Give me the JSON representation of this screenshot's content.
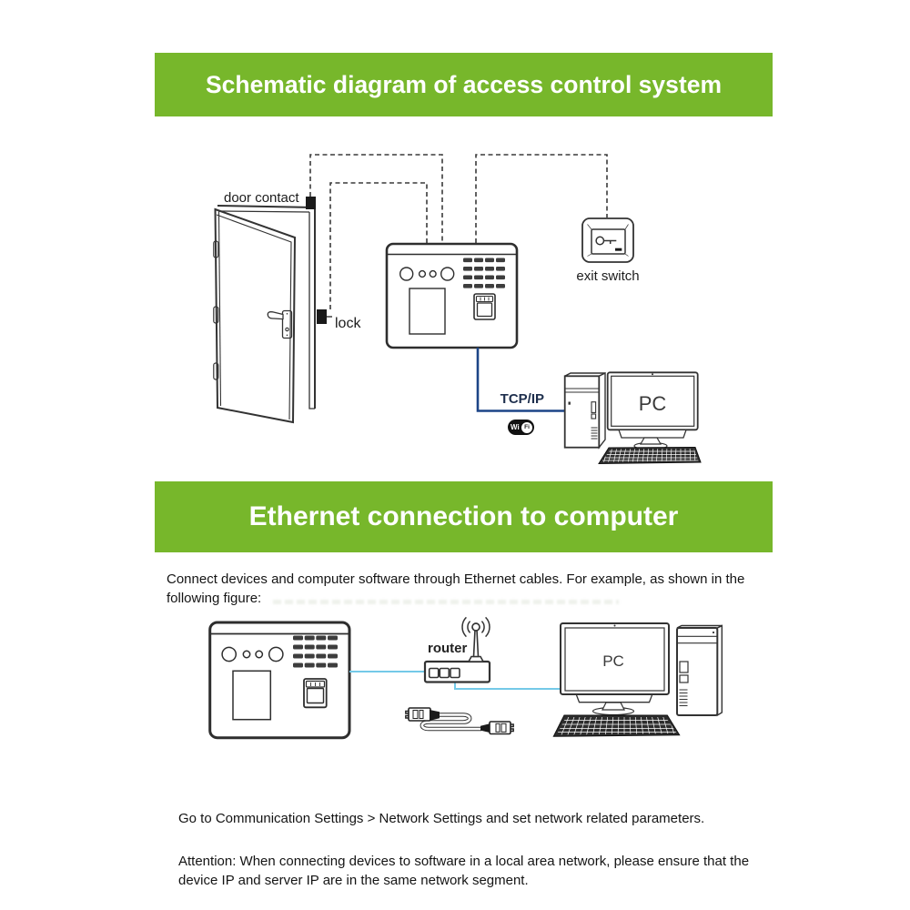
{
  "banner1": {
    "text": "Schematic diagram of access control system",
    "bg": "#77b72b"
  },
  "banner2": {
    "text": "Ethernet connection to computer",
    "bg": "#77b72b"
  },
  "diagram1": {
    "door_contact_label": "door contact",
    "lock_label": "lock",
    "exit_switch_label": "exit switch",
    "tcpip_label": "TCP/IP",
    "wifi_badge": {
      "wi": "Wi",
      "fi": "Fi"
    },
    "pc_label": "PC"
  },
  "intro": {
    "line1": "Connect devices and computer software through Ethernet cables. For example, as shown in the",
    "line2": "following figure:"
  },
  "diagram2": {
    "router_label": "router",
    "pc_label": "PC"
  },
  "footer": {
    "go_to": "Go to Communication Settings > Network Settings and set network related parameters.",
    "attention_line1": "Attention: When connecting devices to software in a local area network, please ensure that the",
    "attention_line2": "device IP and server IP are in the same network segment."
  },
  "colors": {
    "banner_green": "#77b72b",
    "outline_dark": "#333333",
    "blue_line": "#1c4587",
    "cyan_line": "#74c9e8"
  }
}
